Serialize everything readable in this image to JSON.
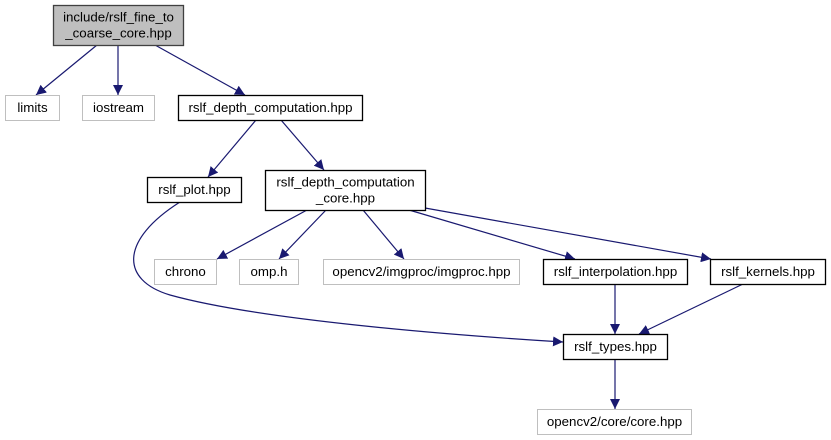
{
  "diagram": {
    "type": "include-dependency-graph",
    "colors": {
      "edge": "#191970",
      "root_fill": "#bfbfbf",
      "root_border": "#404040",
      "documented_border": "#000000",
      "external_border": "#bfbfbf",
      "node_fill": "#ffffff"
    },
    "nodes": [
      {
        "id": "root",
        "lines": [
          "include/rslf_fine_to",
          "_coarse_core.hpp"
        ],
        "kind": "root"
      },
      {
        "id": "limits",
        "lines": [
          "limits"
        ],
        "kind": "external"
      },
      {
        "id": "iostream",
        "lines": [
          "iostream"
        ],
        "kind": "external"
      },
      {
        "id": "depth_computation",
        "lines": [
          "rslf_depth_computation.hpp"
        ],
        "kind": "documented"
      },
      {
        "id": "plot",
        "lines": [
          "rslf_plot.hpp"
        ],
        "kind": "documented"
      },
      {
        "id": "depth_computation_core",
        "lines": [
          "rslf_depth_computation",
          "_core.hpp"
        ],
        "kind": "documented"
      },
      {
        "id": "chrono",
        "lines": [
          "chrono"
        ],
        "kind": "external"
      },
      {
        "id": "omp",
        "lines": [
          "omp.h"
        ],
        "kind": "external"
      },
      {
        "id": "imgproc",
        "lines": [
          "opencv2/imgproc/imgproc.hpp"
        ],
        "kind": "external"
      },
      {
        "id": "interpolation",
        "lines": [
          "rslf_interpolation.hpp"
        ],
        "kind": "documented"
      },
      {
        "id": "kernels",
        "lines": [
          "rslf_kernels.hpp"
        ],
        "kind": "documented"
      },
      {
        "id": "types",
        "lines": [
          "rslf_types.hpp"
        ],
        "kind": "documented"
      },
      {
        "id": "core",
        "lines": [
          "opencv2/core/core.hpp"
        ],
        "kind": "external"
      }
    ],
    "edges": [
      {
        "from": "root",
        "to": "limits"
      },
      {
        "from": "root",
        "to": "iostream"
      },
      {
        "from": "root",
        "to": "depth_computation"
      },
      {
        "from": "depth_computation",
        "to": "plot"
      },
      {
        "from": "depth_computation",
        "to": "depth_computation_core"
      },
      {
        "from": "plot",
        "to": "types"
      },
      {
        "from": "depth_computation_core",
        "to": "chrono"
      },
      {
        "from": "depth_computation_core",
        "to": "omp"
      },
      {
        "from": "depth_computation_core",
        "to": "imgproc"
      },
      {
        "from": "depth_computation_core",
        "to": "interpolation"
      },
      {
        "from": "depth_computation_core",
        "to": "kernels"
      },
      {
        "from": "interpolation",
        "to": "types"
      },
      {
        "from": "kernels",
        "to": "types"
      },
      {
        "from": "types",
        "to": "core"
      }
    ]
  }
}
